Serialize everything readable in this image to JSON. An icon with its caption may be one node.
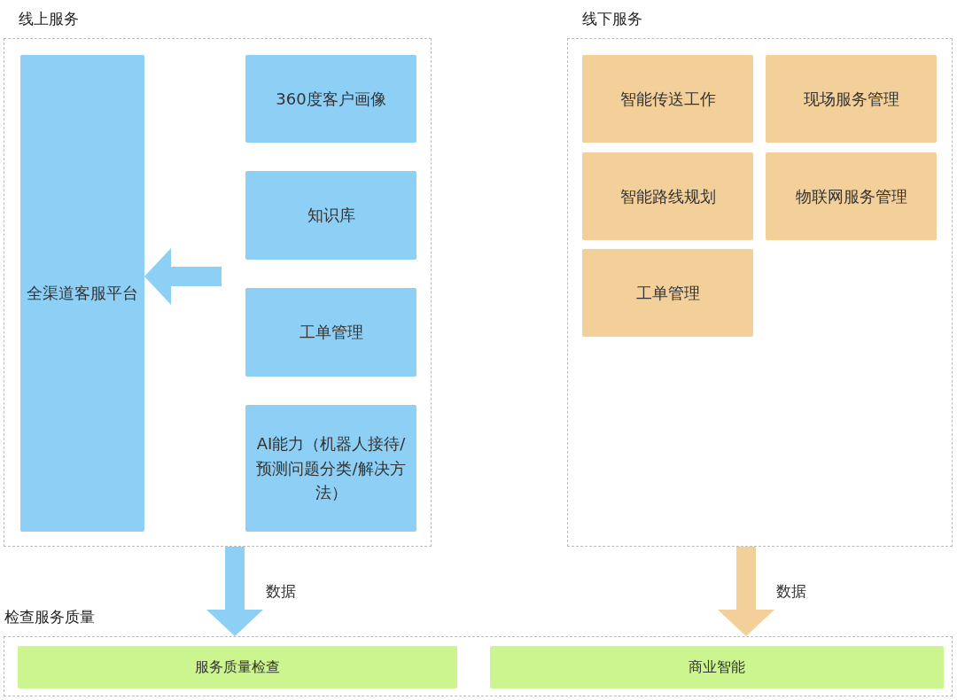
{
  "diagram": {
    "nodes": [
      {
        "text": [
          "线上服务"
        ]
      },
      {
        "text": [
          "全渠道客服平台"
        ],
        "in": 0
      },
      {
        "text": [
          "360度客户画像"
        ],
        "in": 0
      },
      {
        "text": [
          "知识库"
        ],
        "in": 0
      },
      {
        "text": [
          "工单管理"
        ],
        "in": 0
      },
      {
        "text": [
          "AI能力（机器人接待/预测问题分类/解决方法）"
        ],
        "in": 0
      },
      {
        "text": [
          "线下服务"
        ]
      },
      {
        "text": [
          "智能传送工作"
        ],
        "in": 6
      },
      {
        "text": [
          "现场服务管理"
        ],
        "in": 6
      },
      {
        "text": [
          "智能路线规划"
        ],
        "in": 6
      },
      {
        "text": [
          "物联网服务管理"
        ],
        "in": 6
      },
      {
        "text": [
          "工单管理"
        ],
        "in": 6
      },
      {
        "text": [
          "检查服务质量"
        ]
      },
      {
        "text": [
          "服务质量检查"
        ],
        "in": 12
      },
      {
        "text": [
          "商业智能"
        ],
        "in": 12
      }
    ],
    "edges": [
      {
        "from": null,
        "to": 1,
        "arrow": "to"
      },
      {
        "from": 0,
        "to": 12,
        "arrow": "to",
        "label": "数据"
      },
      {
        "from": 6,
        "to": 12,
        "arrow": "to",
        "label": "数据",
        "color": "#f3cf9a"
      }
    ]
  }
}
